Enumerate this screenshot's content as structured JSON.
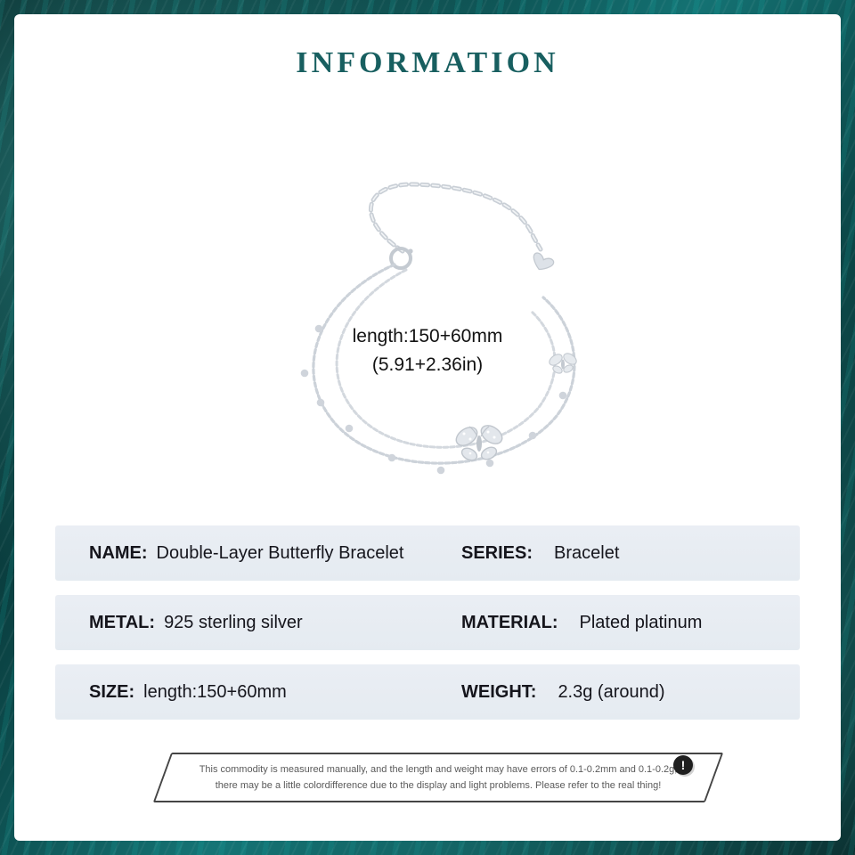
{
  "header": {
    "title": "INFORMATION"
  },
  "bracelet": {
    "annotation": {
      "line1": "length:150+60mm",
      "line2": "(5.91+2.36in)"
    }
  },
  "specs": {
    "rows": [
      {
        "left_label": "NAME:",
        "left_value": "Double-Layer Butterfly Bracelet",
        "right_label": "SERIES:",
        "right_value": "Bracelet"
      },
      {
        "left_label": "METAL:",
        "left_value": "925 sterling silver",
        "right_label": "MATERIAL:",
        "right_value": "Plated platinum"
      },
      {
        "left_label": "SIZE:",
        "left_value": "length:150+60mm",
        "right_label": "WEIGHT:",
        "right_value": "2.3g (around)"
      }
    ]
  },
  "disclaimer": {
    "line1": "This commodity is measured manually, and the length and weight may have errors of 0.1-0.2mm and 0.1-0.2g,",
    "line2": "there may be a little colordifference due to the display and light problems. Please refer to the real thing!",
    "icon_glyph": "!"
  },
  "colors": {
    "title_teal": "#185f60",
    "background_teal": "#0b4344",
    "row_background": "#e8edf3",
    "banner_border": "#454545"
  }
}
